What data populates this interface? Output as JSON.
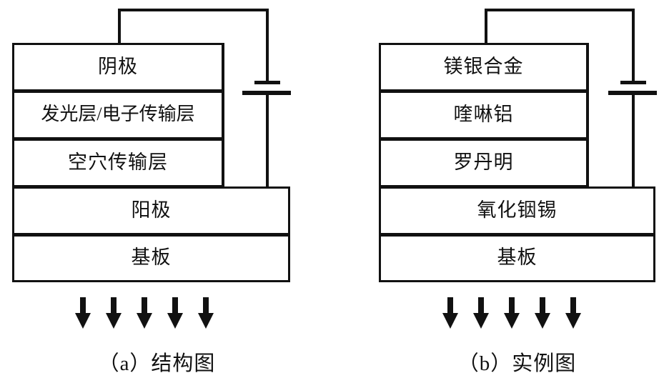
{
  "figure": {
    "title": "OLED device structure and example",
    "panel_count": 2
  },
  "panels": [
    {
      "id": "a",
      "caption": "（a）结构图",
      "layers": [
        {
          "name": "cathode",
          "label": "阴极"
        },
        {
          "name": "emissive-electron-layer",
          "label": "发光层/电子传输层"
        },
        {
          "name": "hole-transport-layer",
          "label": "空穴传输层"
        },
        {
          "name": "anode",
          "label": "阳极"
        },
        {
          "name": "substrate",
          "label": "基板"
        }
      ],
      "arrows": {
        "name": "light-emission-arrows",
        "count": 5
      },
      "circuit": {
        "name": "dc-power-source",
        "symbol": "battery"
      }
    },
    {
      "id": "b",
      "caption": "（b）实例图",
      "layers": [
        {
          "name": "cathode",
          "label": "镁银合金"
        },
        {
          "name": "emissive-electron-layer",
          "label": "喹啉铝"
        },
        {
          "name": "hole-transport-layer",
          "label": "罗丹明"
        },
        {
          "name": "anode",
          "label": "氧化铟锡"
        },
        {
          "name": "substrate",
          "label": "基板"
        }
      ],
      "arrows": {
        "name": "light-emission-arrows",
        "count": 5
      },
      "circuit": {
        "name": "dc-power-source",
        "symbol": "battery"
      }
    }
  ],
  "colors": {
    "ink": "#111111",
    "paper": "#ffffff"
  }
}
